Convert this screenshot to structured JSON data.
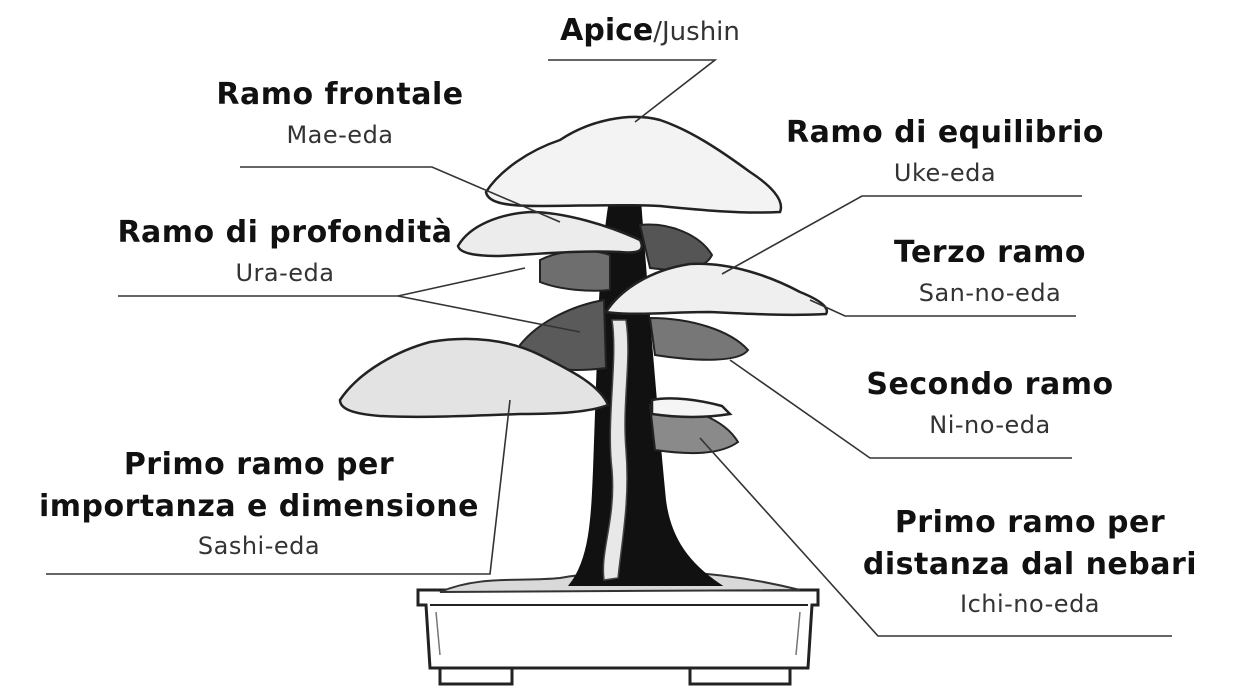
{
  "labels": {
    "apex": {
      "term": "Apice",
      "separator": "/",
      "japanese": "Jushin"
    },
    "front_branch": {
      "term": "Ramo frontale",
      "japanese": "Mae-eda"
    },
    "balance_branch": {
      "term": "Ramo di equilibrio",
      "japanese": "Uke-eda"
    },
    "depth_branch": {
      "term": "Ramo di profondità",
      "japanese": "Ura-eda"
    },
    "third_branch": {
      "term": "Terzo ramo",
      "japanese": "San-no-eda"
    },
    "second_branch": {
      "term": "Secondo ramo",
      "japanese": "Ni-no-eda"
    },
    "main_branch": {
      "line1": "Primo ramo per",
      "line2": "importanza e dimensione",
      "japanese": "Sashi-eda"
    },
    "first_branch": {
      "line1": "Primo ramo per",
      "line2": "distanza dal nebari",
      "japanese": "Ichi-no-eda"
    }
  }
}
